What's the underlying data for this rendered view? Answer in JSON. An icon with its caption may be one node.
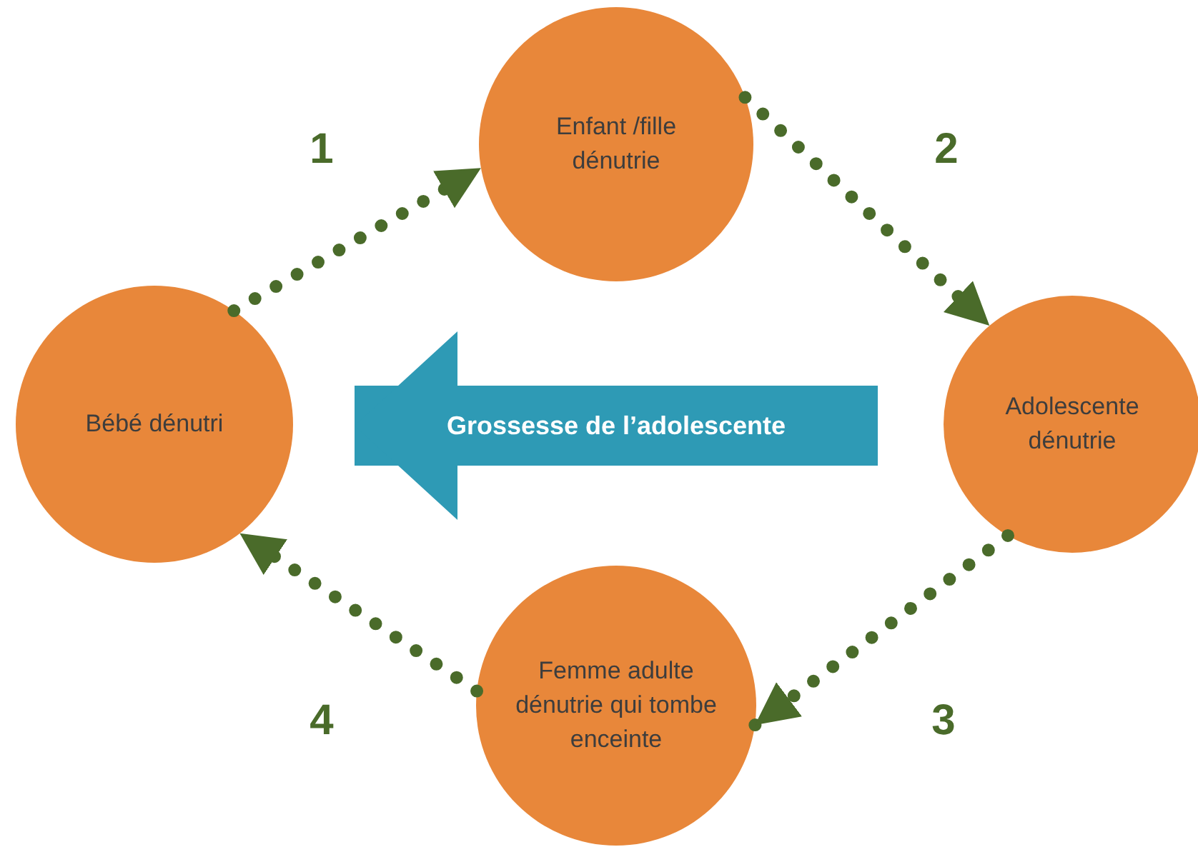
{
  "diagram": {
    "nodes": [
      {
        "text": [
          "Enfant /fille dénutrie"
        ]
      },
      {
        "text": [
          "Bébé dénutri"
        ]
      },
      {
        "text": [
          "Adolescente dénutrie"
        ]
      },
      {
        "text": [
          "Femme adulte dénutrie qui tombe enceinte"
        ]
      }
    ],
    "edges": [
      {
        "from": 1,
        "to": 0,
        "arrow": "to",
        "label": "1",
        "style": "dashed"
      },
      {
        "from": 0,
        "to": 2,
        "arrow": "to",
        "label": "2",
        "style": "dashed"
      },
      {
        "from": 2,
        "to": 3,
        "arrow": "to",
        "label": "3",
        "style": "dashed"
      },
      {
        "from": 3,
        "to": 1,
        "arrow": "to",
        "label": "4",
        "style": "dashed"
      },
      {
        "from": 2,
        "to": 1,
        "arrow": "to",
        "label": "Grossesse de l’adolescente",
        "style": "thick",
        "color": "#2e9ab5"
      }
    ]
  }
}
